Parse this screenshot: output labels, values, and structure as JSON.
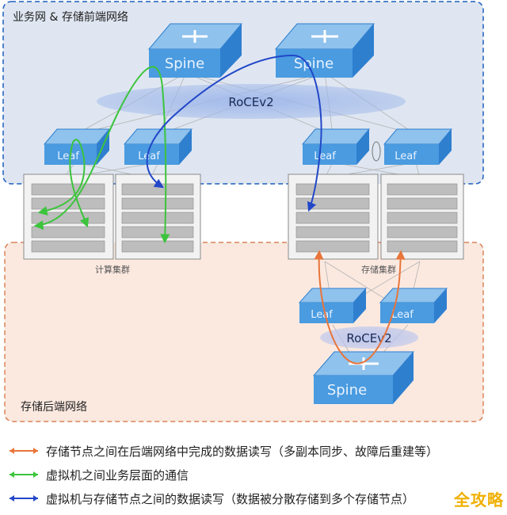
{
  "frontend_network": {
    "title": "业务网 & 存储前端网络"
  },
  "backend_network": {
    "title": "存储后端网络"
  },
  "spine_label": "Spine",
  "leaf_label": "Leaf",
  "roce_label": "RoCEv2",
  "compute_cluster": {
    "label": "计算集群"
  },
  "storage_cluster": {
    "label": "存储集群"
  },
  "legend": [
    {
      "color": "#e8753a",
      "text": "存储节点之间在后端网络中完成的数据读写（多副本同步、故障后重建等）"
    },
    {
      "color": "#3cc43c",
      "text": "虚拟机之间业务层面的通信"
    },
    {
      "color": "#2247c8",
      "text": "虚拟机与存储节点之间的数据读写（数据被分散存储到多个存储节点）"
    }
  ],
  "colors": {
    "frontend_bg": "#dfe6f1",
    "frontend_border": "#1d5fbf",
    "backend_bg": "#fbe9e0",
    "backend_border": "#d9825a",
    "switch_top": "#8fc2ec",
    "switch_side": "#2f7fcf",
    "switch_front": "#4a9be0",
    "server_bg": "#f2f2f2",
    "server_border": "#8a8a8a",
    "green": "#3cc43c",
    "blue": "#2247c8",
    "orange": "#e8753a"
  },
  "watermark": "全攻略"
}
